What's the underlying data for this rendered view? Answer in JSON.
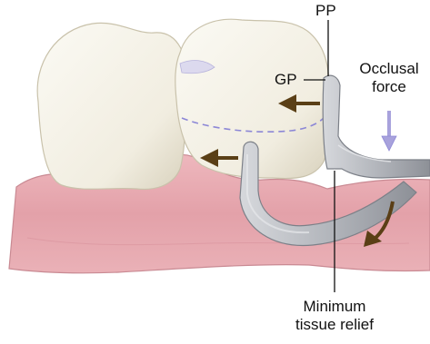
{
  "labels": {
    "pp": "PP",
    "gp": "GP",
    "occlusal_force": [
      "Occlusal",
      "force"
    ],
    "minimum_tissue_relief": [
      "Minimum",
      "tissue relief"
    ]
  },
  "colors": {
    "gum": "#e7aab1",
    "gum_dark": "#c97984",
    "tooth": "#f4f1e6",
    "tooth_shadow": "#d9d3c0",
    "clasp": "#b9bcc2",
    "clasp_dark": "#7c8088",
    "arrow_brown": "#5a3f16",
    "force_arrow": "#a8a2dc",
    "dashed_line": "#8c87d6",
    "leader_line": "#111111"
  }
}
